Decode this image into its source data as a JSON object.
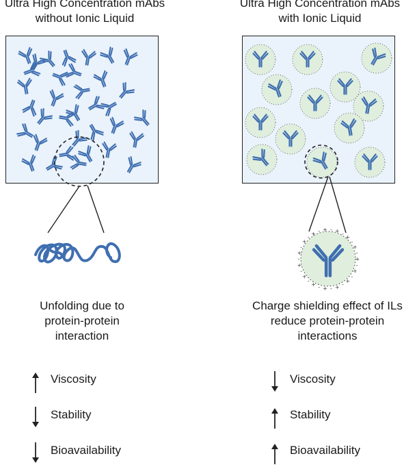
{
  "left": {
    "title_line1": "Ultra High Concentration mAbs",
    "title_line2": "without Ionic Liquid",
    "caption_lines": [
      "Unfolding due to",
      "protein-protein",
      "interaction"
    ],
    "effects": [
      {
        "label": "Viscosity",
        "direction": "up"
      },
      {
        "label": "Stability",
        "direction": "down"
      },
      {
        "label": "Bioavailability",
        "direction": "down"
      }
    ]
  },
  "right": {
    "title_line1": "Ultra High Concentration mAbs",
    "title_line2": "with Ionic Liquid",
    "caption_lines": [
      "Charge shielding effect of ILs",
      "reduce protein-protein",
      "interactions"
    ],
    "effects": [
      {
        "label": "Viscosity",
        "direction": "down"
      },
      {
        "label": "Stability",
        "direction": "up"
      },
      {
        "label": "Bioavailability",
        "direction": "up"
      }
    ]
  },
  "colors": {
    "antibody": "#3f6fb0",
    "antibody_light": "#6f9bd3",
    "panel_bg": "#eaf2fb",
    "shell": "#dfeedd"
  },
  "icons": {
    "antibody": "antibody-icon",
    "unfolded_protein": "unfolded-protein-icon",
    "arrow_up": "arrow-up-icon",
    "arrow_down": "arrow-down-icon"
  }
}
